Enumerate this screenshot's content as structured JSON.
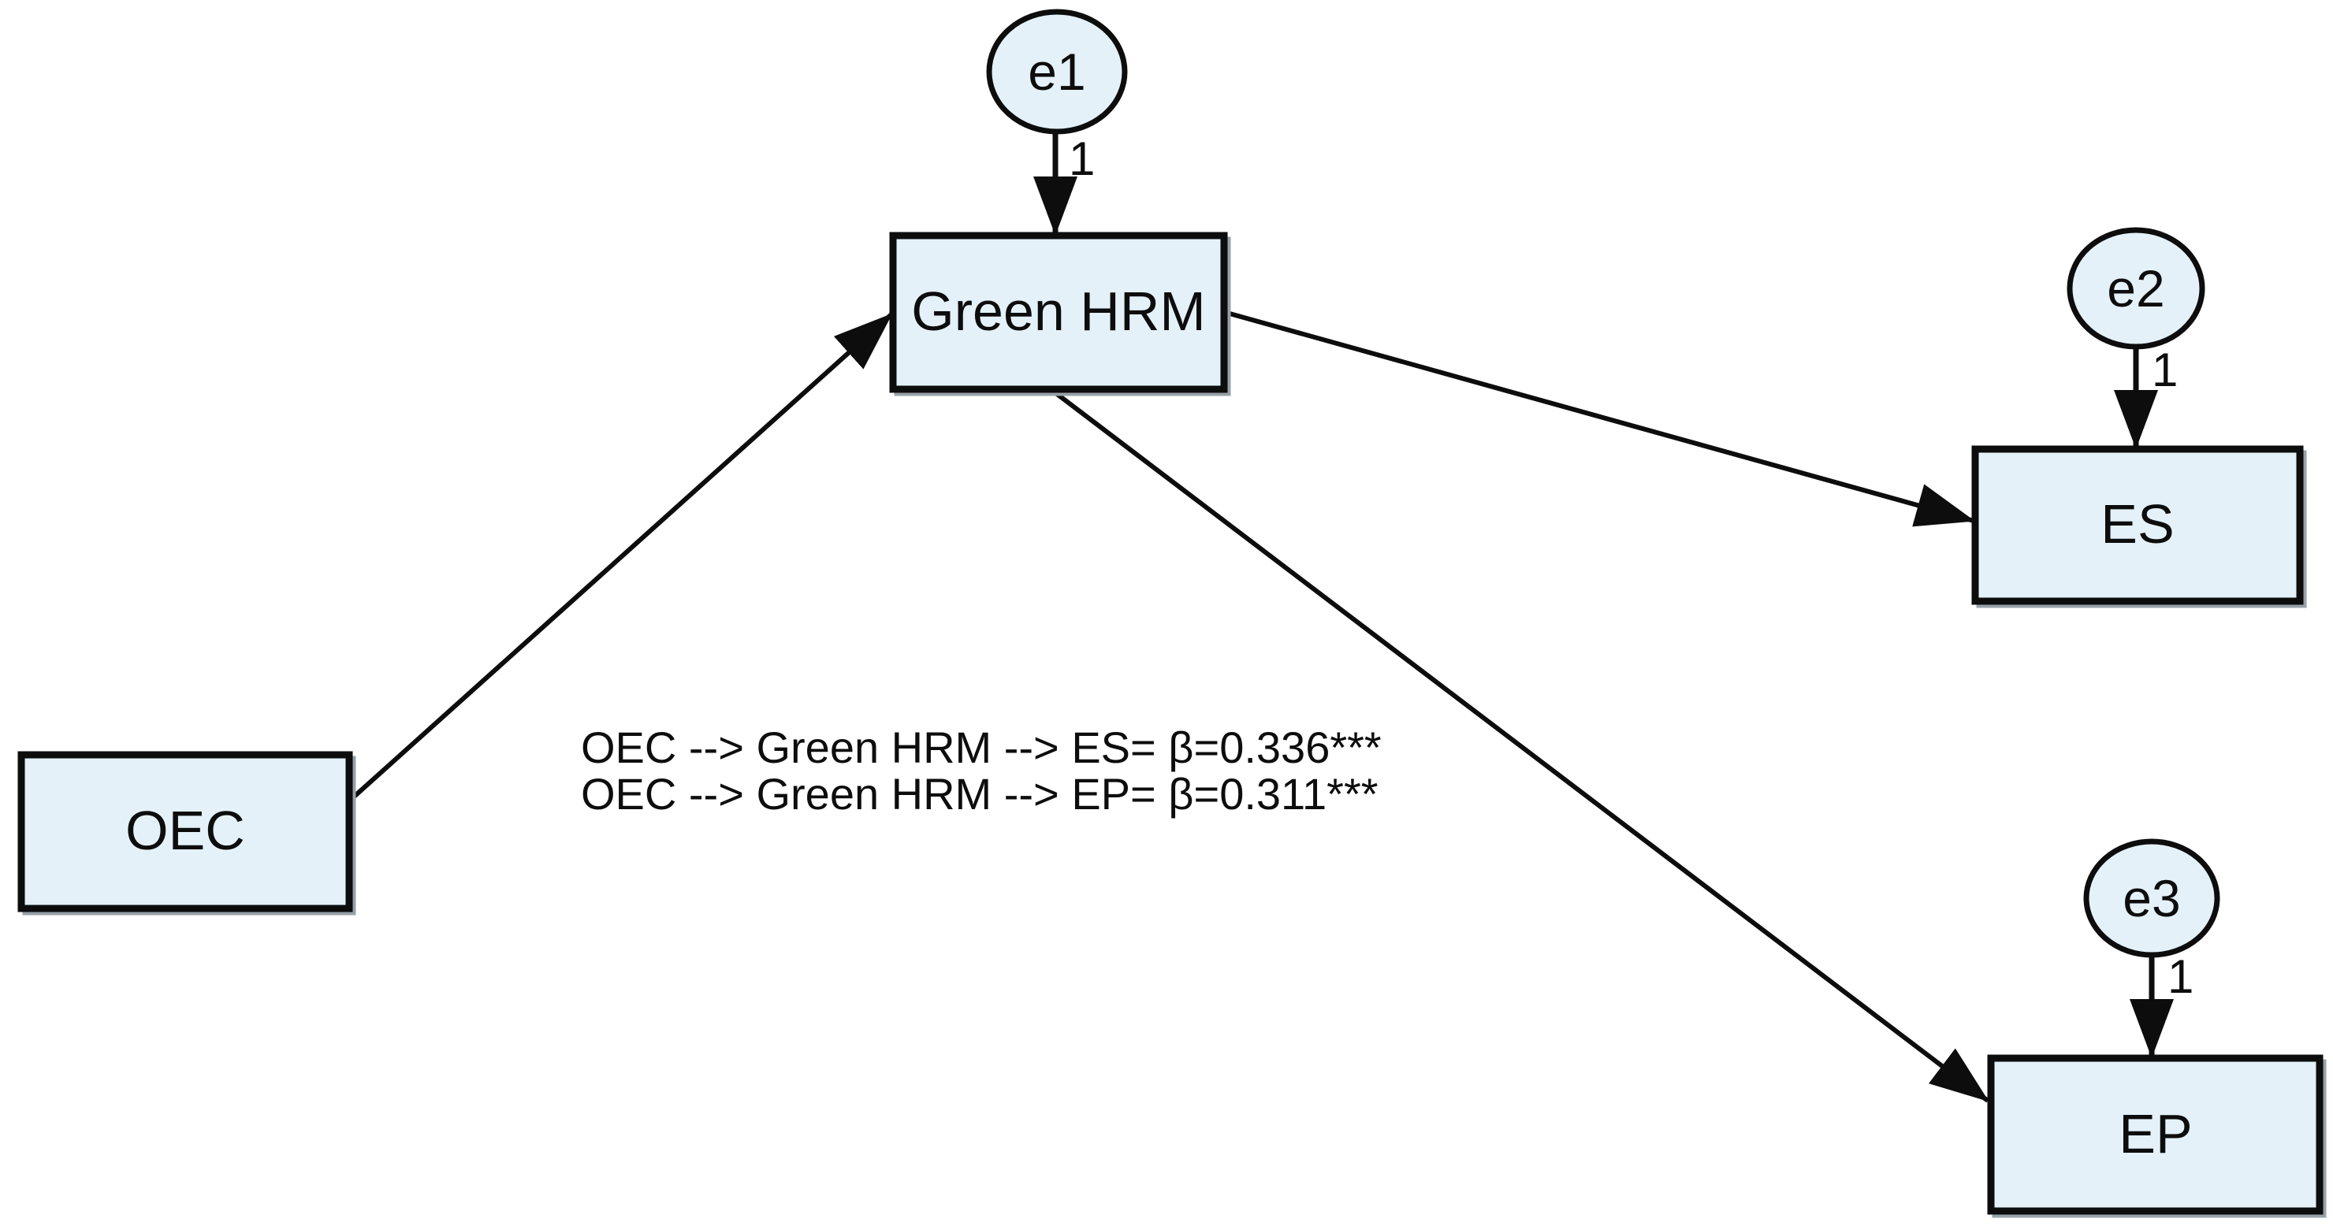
{
  "nodes": {
    "oec": {
      "label": "OEC"
    },
    "green_hrm": {
      "label": "Green HRM"
    },
    "es": {
      "label": "ES"
    },
    "ep": {
      "label": "EP"
    }
  },
  "error_terms": {
    "e1": {
      "label": "e1",
      "loading": "1"
    },
    "e2": {
      "label": "e2",
      "loading": "1"
    },
    "e3": {
      "label": "e3",
      "loading": "1"
    }
  },
  "annotations": {
    "line1": "OEC --> Green HRM --> ES= β=0.336***",
    "line2": "OEC --> Green HRM --> EP= β=0.311***"
  },
  "indirect_effects": [
    {
      "from": "OEC",
      "via": "Green HRM",
      "to": "ES",
      "beta": "0.336",
      "significance": "***"
    },
    {
      "from": "OEC",
      "via": "Green HRM",
      "to": "EP",
      "beta": "0.311",
      "significance": "***"
    }
  ],
  "colors": {
    "node_fill": "#e4f1f9",
    "stroke": "#0d0d0d",
    "background": "#ffffff"
  }
}
